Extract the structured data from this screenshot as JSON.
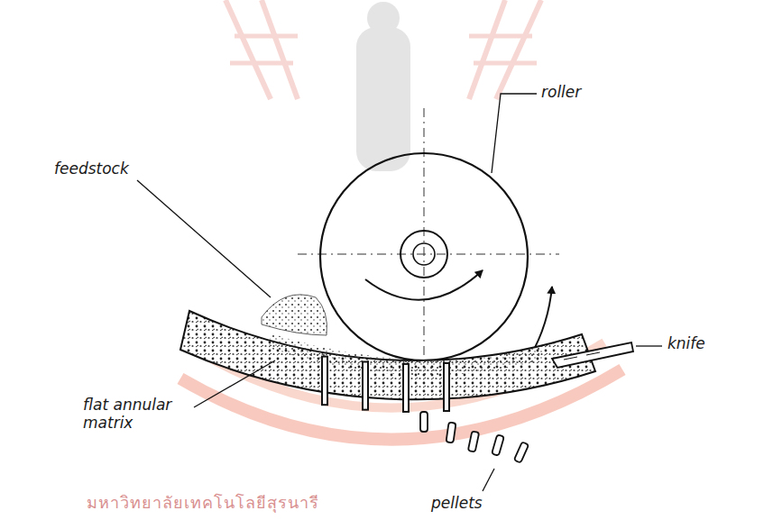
{
  "diagram": {
    "labels": [
      "roller",
      "feedstock",
      "knife",
      "flat annular matrix",
      "pellets",
      "มหาวิทยาลัยเทคโนโลยีสุรนารี"
    ]
  }
}
